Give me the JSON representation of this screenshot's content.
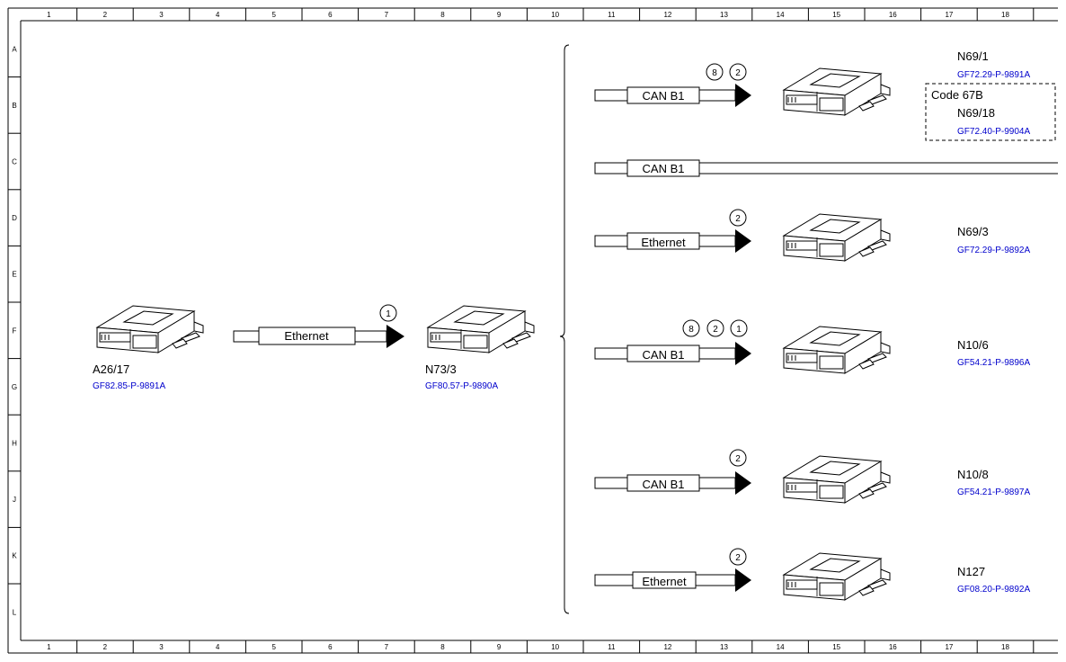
{
  "ruler": {
    "columns": [
      "1",
      "2",
      "3",
      "4",
      "5",
      "6",
      "7",
      "8",
      "9",
      "10",
      "11",
      "12",
      "13",
      "14",
      "15",
      "16",
      "17",
      "18"
    ],
    "rows": [
      "A",
      "B",
      "C",
      "D",
      "E",
      "F",
      "G",
      "H",
      "J",
      "K",
      "L"
    ]
  },
  "left": {
    "source": {
      "name": "A26/17",
      "ref": "GF82.85-P-9891A"
    },
    "link": {
      "label": "Ethernet",
      "circles": [
        "1"
      ]
    },
    "gateway": {
      "name": "N73/3",
      "ref": "GF80.57-P-9890A"
    }
  },
  "branches": [
    {
      "bus": "CAN B1",
      "circles": [
        "8",
        "2"
      ],
      "name": "N69/1",
      "ref": "GF72.29-P-9891A",
      "option": {
        "code": "Code 67B",
        "name": "N69/18",
        "ref": "GF72.40-P-9904A"
      }
    },
    {
      "bus": "CAN B1",
      "circles": [],
      "continues": true
    },
    {
      "bus": "Ethernet",
      "circles": [
        "2"
      ],
      "name": "N69/3",
      "ref": "GF72.29-P-9892A"
    },
    {
      "bus": "CAN B1",
      "circles": [
        "8",
        "2",
        "1"
      ],
      "name": "N10/6",
      "ref": "GF54.21-P-9896A"
    },
    {
      "bus": "CAN B1",
      "circles": [
        "2"
      ],
      "name": "N10/8",
      "ref": "GF54.21-P-9897A"
    },
    {
      "bus": "Ethernet",
      "circles": [
        "2"
      ],
      "name": "N127",
      "ref": "GF08.20-P-9892A"
    }
  ]
}
